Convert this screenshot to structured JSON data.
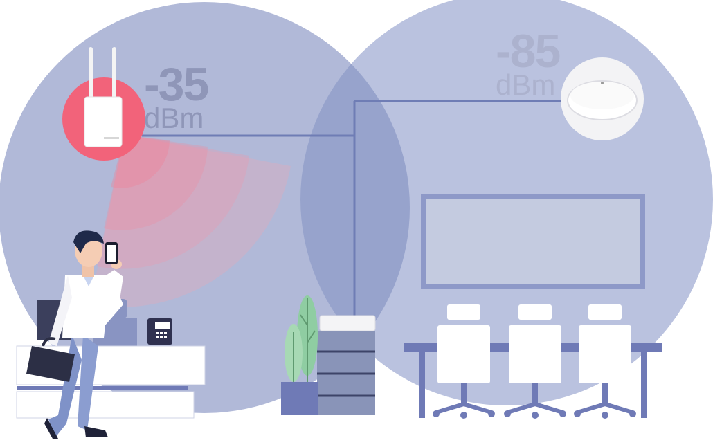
{
  "signal_left": {
    "value": "-35",
    "unit": "dBm"
  },
  "signal_right": {
    "value": "-85",
    "unit": "dBm"
  },
  "colors": {
    "left_zone": "#b1b9d8",
    "right_zone": "#bac2df",
    "overlap": "#97a3cc",
    "pink_badge": "#f2637a",
    "line": "#6f7db5",
    "furniture": "#6f7ab6"
  },
  "icons": [
    "router-icon",
    "ceiling-ap-icon",
    "desk-phone-icon",
    "briefcase-icon",
    "smartphone-icon",
    "plant-icon"
  ]
}
